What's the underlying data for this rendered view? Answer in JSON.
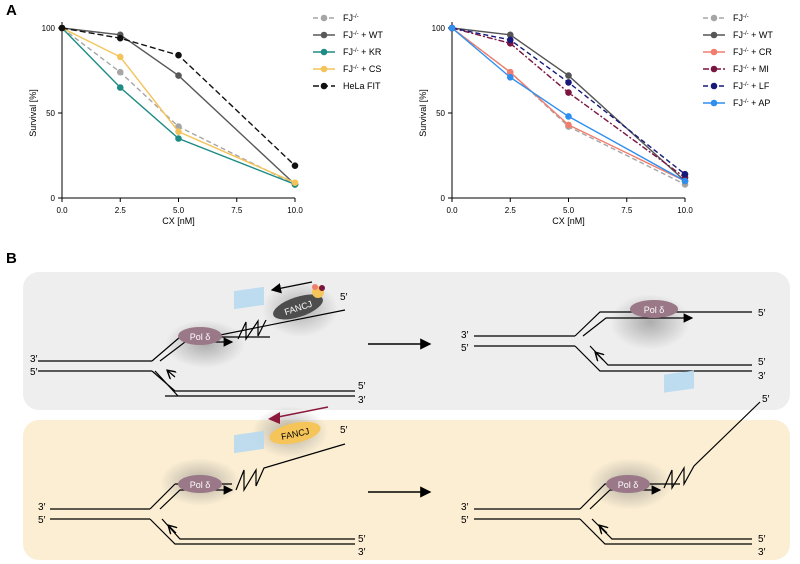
{
  "panels": {
    "a": "A",
    "b": "B"
  },
  "chart_data": [
    {
      "type": "line",
      "xlabel": "CX [nM]",
      "ylabel": "Survival [%]",
      "xlim": [
        0,
        10
      ],
      "ylim": [
        0,
        100
      ],
      "xticks": [
        "0.0",
        "2.5",
        "5.0",
        "7.5",
        "10.0"
      ],
      "yticks": [
        "0",
        "50",
        "100"
      ],
      "legend_position": "right",
      "x": [
        0,
        2.5,
        5,
        10
      ],
      "series": [
        {
          "name": "FJ",
          "sup": "-/-",
          "suffix": "",
          "color": "#a6a6a6",
          "dash": "5,3",
          "values": [
            100,
            74,
            42,
            8
          ]
        },
        {
          "name": "FJ",
          "sup": "-/-",
          "suffix": " + WT",
          "color": "#595959",
          "dash": "",
          "values": [
            100,
            96,
            72,
            8
          ]
        },
        {
          "name": "FJ",
          "sup": "-/-",
          "suffix": " + KR",
          "color": "#1e8c84",
          "dash": "",
          "values": [
            100,
            65,
            35,
            8
          ]
        },
        {
          "name": "FJ",
          "sup": "-/-",
          "suffix": " + CS",
          "color": "#f4c45a",
          "dash": "",
          "values": [
            100,
            83,
            39,
            9
          ]
        },
        {
          "name": "HeLa FIT",
          "sup": "",
          "suffix": "",
          "color": "#111111",
          "dash": "6,3",
          "values": [
            100,
            94,
            84,
            19
          ]
        }
      ]
    },
    {
      "type": "line",
      "xlabel": "CX [nM]",
      "ylabel": "Survival [%]",
      "xlim": [
        0,
        10
      ],
      "ylim": [
        0,
        100
      ],
      "xticks": [
        "0.0",
        "2.5",
        "5.0",
        "7.5",
        "10.0"
      ],
      "yticks": [
        "0",
        "50",
        "100"
      ],
      "legend_position": "right",
      "x": [
        0,
        2.5,
        5,
        10
      ],
      "series": [
        {
          "name": "FJ",
          "sup": "-/-",
          "suffix": "",
          "color": "#a6a6a6",
          "dash": "5,3",
          "values": [
            100,
            74,
            42,
            8
          ]
        },
        {
          "name": "FJ",
          "sup": "-/-",
          "suffix": " + WT",
          "color": "#555555",
          "dash": "",
          "values": [
            100,
            96,
            72,
            10
          ]
        },
        {
          "name": "FJ",
          "sup": "-/-",
          "suffix": " + CR",
          "color": "#f07d6e",
          "dash": "",
          "values": [
            100,
            74,
            43,
            10
          ]
        },
        {
          "name": "FJ",
          "sup": "-/-",
          "suffix": " + MI",
          "color": "#7a1540",
          "dash": "6,2,2,2",
          "values": [
            100,
            91,
            62,
            12
          ]
        },
        {
          "name": "FJ",
          "sup": "-/-",
          "suffix": " + LF",
          "color": "#17197a",
          "dash": "5,3",
          "values": [
            100,
            93,
            68,
            14
          ]
        },
        {
          "name": "FJ",
          "sup": "-/-",
          "suffix": " + AP",
          "color": "#2e8ff0",
          "dash": "",
          "values": [
            100,
            71,
            48,
            10
          ]
        }
      ]
    }
  ],
  "diagram": {
    "top": {
      "helicase_label": "FANCJ",
      "pol_label": "Pol δ",
      "pol_label_right": "Pol δ",
      "prime5": "5′",
      "prime3": "3′",
      "bg": "#eeeeee"
    },
    "bottom": {
      "helicase_label": "FANCJ",
      "pol_label": "Pol δ",
      "pol_label_right": "Pol δ",
      "prime5": "5′",
      "prime3": "3′",
      "bg": "#fbeed3",
      "helicase_color": "#f5c55a",
      "arrow_color": "#8b1a3c"
    }
  }
}
